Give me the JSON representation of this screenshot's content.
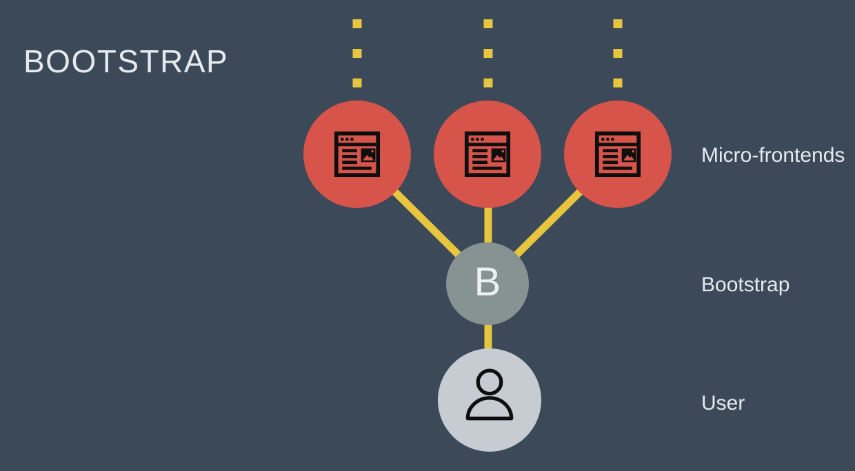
{
  "title": "BOOTSTRAP",
  "colors": {
    "background": "#3b4959",
    "micro_frontend_red": "#d7544b",
    "connector_yellow": "#e8c53e",
    "bootstrap_gray": "#879292",
    "user_gray": "#c6ccd2",
    "icon_ink": "#0e0e0e",
    "label_text": "#e6eaee"
  },
  "nodes": {
    "micro_frontends": {
      "label": "Micro-frontends",
      "count": 3,
      "icon": "browser-window-icon"
    },
    "bootstrap": {
      "label": "Bootstrap",
      "letter": "B"
    },
    "user": {
      "label": "User",
      "icon": "person-icon"
    }
  }
}
